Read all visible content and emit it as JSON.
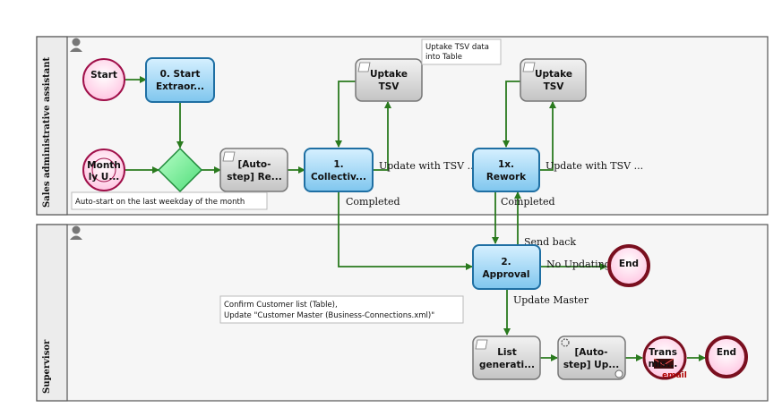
{
  "lanes": {
    "top": "Sales administrative assistant",
    "bottom": "Supervisor"
  },
  "nodes": {
    "start": [
      "Start"
    ],
    "task_start_extra": [
      "0. Start",
      "Extraor..."
    ],
    "timer_start": [
      "Month",
      "ly U..."
    ],
    "auto_report": [
      "[Auto-",
      "step] Re..."
    ],
    "collective": [
      "1.",
      "Collectiv..."
    ],
    "uptake1": [
      "Uptake",
      "TSV"
    ],
    "rework": [
      "1x.",
      "Rework"
    ],
    "uptake2": [
      "Uptake",
      "TSV"
    ],
    "approval": [
      "2.",
      "Approval"
    ],
    "end1": [
      "End"
    ],
    "list_gen": [
      "List",
      "generati..."
    ],
    "auto_update": [
      "[Auto-",
      "step] Up..."
    ],
    "transmission": [
      "Trans",
      "mis..."
    ],
    "email_badge": "email",
    "end2": [
      "End"
    ]
  },
  "edges": {
    "update_tsv_1": "Update with TSV ...",
    "update_tsv_2": "Update with TSV ...",
    "completed_1": "Completed",
    "completed_2": "Completed",
    "send_back": "Send back",
    "no_updating": "No Updating",
    "update_master": "Update Master"
  },
  "notes": {
    "uptake_note": [
      "Uptake TSV data",
      "into Table"
    ],
    "autostart_note": [
      "Auto-start on the last weekday of the month"
    ],
    "confirm_note": [
      "Confirm Customer list (Table),",
      "Update \"Customer Master (Business-Connections.xml)\""
    ]
  },
  "colors": {
    "edge": "#2a7a1e",
    "task_blue": "#a9daf5",
    "task_gray": "#d9d9d9",
    "event_pink": "#ffd9ec",
    "end_border": "#7a0f1f",
    "gateway": "#7cf09a"
  }
}
